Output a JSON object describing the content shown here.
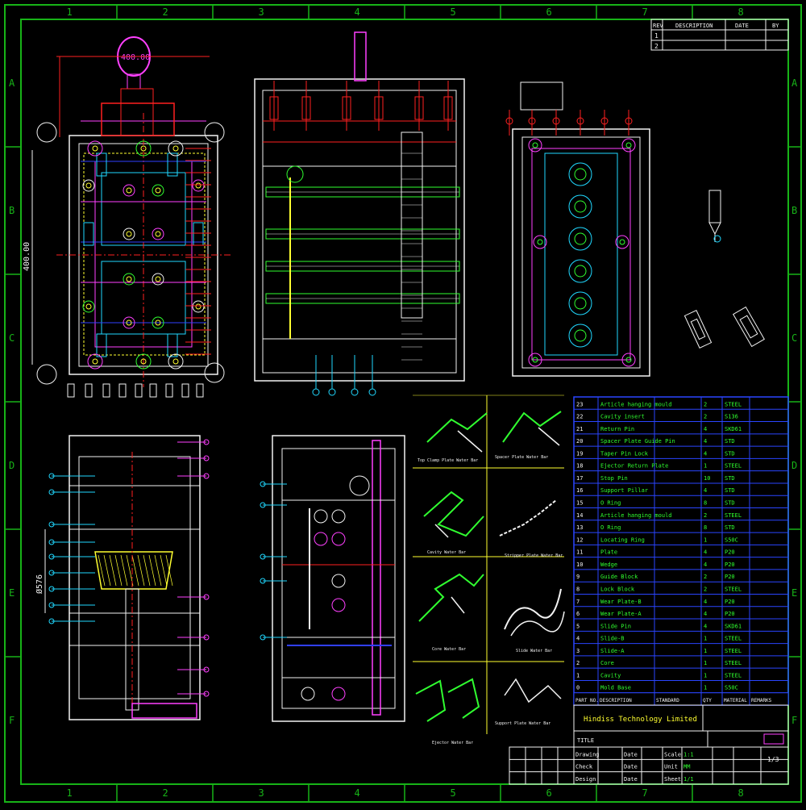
{
  "colors": {
    "border": "#17b317",
    "white": "#f2f2f2",
    "red": "#ff2020",
    "magenta": "#ff40ff",
    "cyan": "#20d8ff",
    "yellow": "#ffff30",
    "green": "#30ff30",
    "blue": "#3040ff",
    "table": "#2a45ff",
    "table_text": "#30ff30"
  },
  "frame": {
    "col_labels": [
      "1",
      "2",
      "3",
      "4",
      "5",
      "6",
      "7",
      "8"
    ],
    "row_labels": [
      "A",
      "B",
      "C",
      "D",
      "E",
      "F"
    ]
  },
  "dimensions": {
    "top_circle": "400.00",
    "left_vertical": "400.00",
    "left_lower": "Ø576"
  },
  "revision_block": {
    "header": [
      "REV",
      "DESCRIPTION",
      "DATE",
      "BY"
    ],
    "rows": [
      "1",
      "2"
    ]
  },
  "part_labels": [
    "Top Clamp Plate Water Bar",
    "Spacer Plate Water Bar",
    "Cavity Water Bar",
    "Stripper Plate Water Bar",
    "Core Water Bar",
    "Slide Water Bar",
    "Ejector Water Bar",
    "Support Plate Water Bar"
  ],
  "bom": {
    "header": [
      "PART NO.",
      "DESCRIPTION",
      "STANDARD",
      "QTY",
      "MATERIAL",
      "REMARKS"
    ],
    "rows": [
      [
        "23",
        "Article hanging mould",
        "",
        "2",
        "STEEL",
        ""
      ],
      [
        "22",
        "Cavity insert",
        "",
        "2",
        "S136",
        ""
      ],
      [
        "21",
        "Return Pin",
        "",
        "4",
        "SKD61",
        ""
      ],
      [
        "20",
        "Spacer Plate Guide Pin",
        "",
        "4",
        "STD",
        ""
      ],
      [
        "19",
        "Taper Pin Lock",
        "",
        "4",
        "STD",
        ""
      ],
      [
        "18",
        "Ejector Return Plate",
        "",
        "1",
        "STEEL",
        ""
      ],
      [
        "17",
        "Stop Pin",
        "",
        "10",
        "STD",
        ""
      ],
      [
        "16",
        "Support Pillar",
        "",
        "4",
        "STD",
        ""
      ],
      [
        "15",
        "O Ring",
        "",
        "8",
        "STD",
        ""
      ],
      [
        "14",
        "Article hanging mould",
        "",
        "2",
        "STEEL",
        ""
      ],
      [
        "13",
        "O Ring",
        "",
        "8",
        "STD",
        ""
      ],
      [
        "12",
        "Locating Ring",
        "",
        "1",
        "S50C",
        ""
      ],
      [
        "11",
        "Plate",
        "",
        "4",
        "P20",
        ""
      ],
      [
        "10",
        "Wedge",
        "",
        "4",
        "P20",
        ""
      ],
      [
        "9",
        "Guide Block",
        "",
        "2",
        "P20",
        ""
      ],
      [
        "8",
        "Lock Block",
        "",
        "2",
        "STEEL",
        ""
      ],
      [
        "7",
        "Wear Plate-B",
        "",
        "4",
        "P20",
        ""
      ],
      [
        "6",
        "Wear Plate-A",
        "",
        "4",
        "P20",
        ""
      ],
      [
        "5",
        "Slide Pin",
        "",
        "4",
        "SKD61",
        ""
      ],
      [
        "4",
        "Slide-B",
        "",
        "1",
        "STEEL",
        ""
      ],
      [
        "3",
        "Slide-A",
        "",
        "1",
        "STEEL",
        ""
      ],
      [
        "2",
        "Core",
        "",
        "1",
        "STEEL",
        ""
      ],
      [
        "1",
        "Cavity",
        "",
        "1",
        "STEEL",
        ""
      ],
      [
        "0",
        "Mold Base",
        "",
        "1",
        "S50C",
        ""
      ]
    ]
  },
  "title_block": {
    "company": "Hindiss Technology Limited",
    "title_label": "TITLE",
    "drawing_no": "",
    "rows": [
      [
        "Drawing",
        "",
        "Date",
        "",
        "Scale",
        "1:1"
      ],
      [
        "Check",
        "",
        "Date",
        "",
        "Unit",
        "MM"
      ],
      [
        "Design",
        "",
        "Date",
        "",
        "Sheet",
        "1/1"
      ]
    ],
    "sheet": "1/3"
  }
}
